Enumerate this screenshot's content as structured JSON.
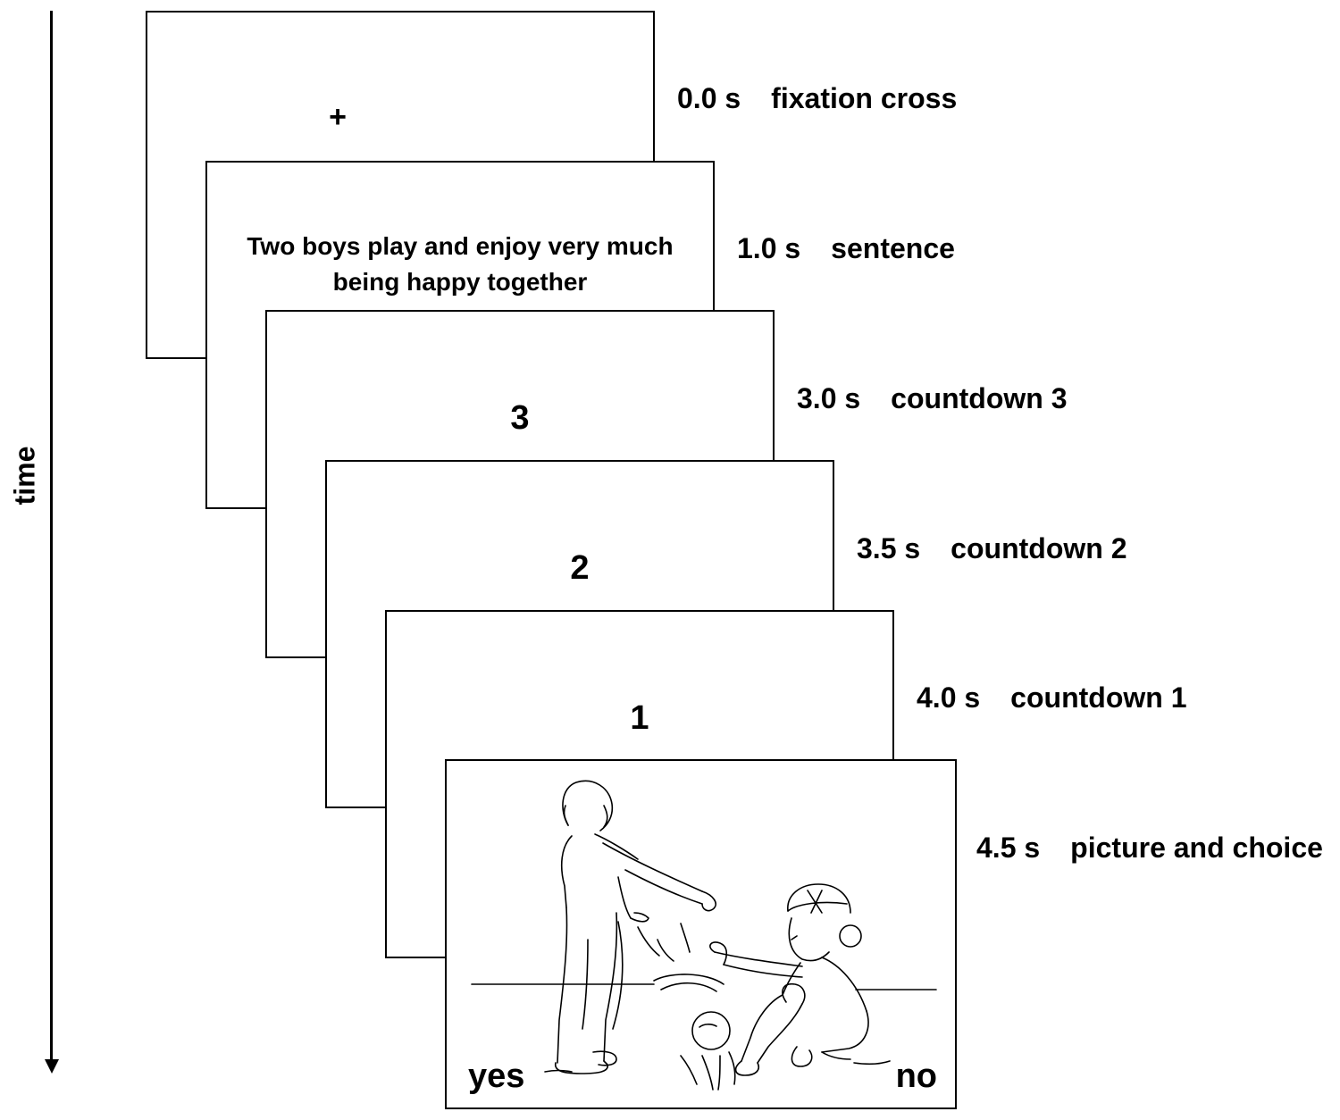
{
  "axis": {
    "label": "time"
  },
  "steps": [
    {
      "time": "0.0 s",
      "label": "fixation cross",
      "content": "+"
    },
    {
      "time": "1.0 s",
      "label": "sentence",
      "content_line1": "Two boys play and enjoy very much",
      "content_line2": "being happy together"
    },
    {
      "time": "3.0 s",
      "label": "countdown 3",
      "content": "3"
    },
    {
      "time": "3.5 s",
      "label": "countdown 2",
      "content": "2"
    },
    {
      "time": "4.0 s",
      "label": "countdown 1",
      "content": "1"
    },
    {
      "time": "4.5 s",
      "label": "picture and choice",
      "choice_yes": "yes",
      "choice_no": "no",
      "picture": "line drawing of two boys playing with a ball"
    }
  ]
}
